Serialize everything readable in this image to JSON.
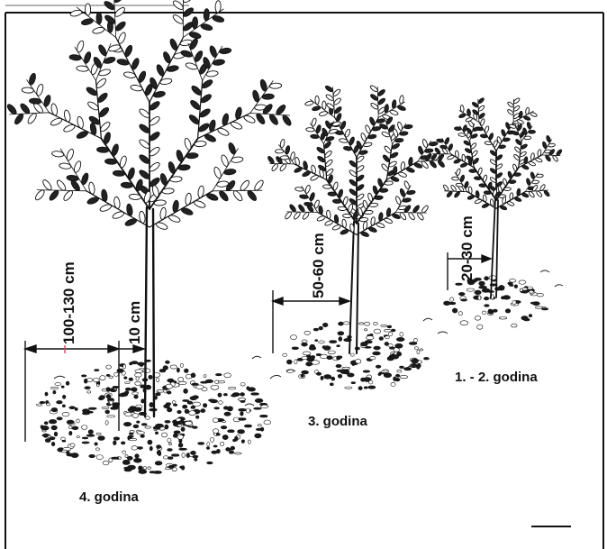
{
  "trees": [
    {
      "stage_label": "4. godina",
      "height_label": "100-130 cm",
      "spacing_label": "10 cm"
    },
    {
      "stage_label": "3. godina",
      "height_label": "50-60 cm"
    },
    {
      "stage_label": "1. -  2. godina",
      "height_label": "20-30 cm"
    }
  ],
  "colors": {
    "ink": "#111111",
    "paper": "#ffffff",
    "accent": "#e0405a"
  }
}
